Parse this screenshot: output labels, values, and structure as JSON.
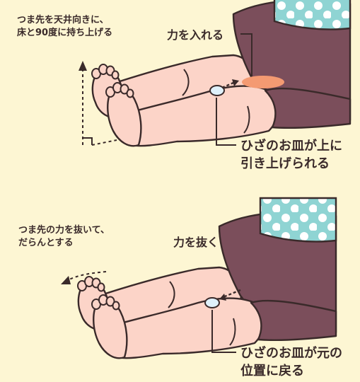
{
  "top_panel": {
    "instruction": [
      "つま先を天井向きに、",
      "床と90度に持ち上げる"
    ],
    "force_label": "力を入れる",
    "result": [
      "ひざのお皿が上に",
      "引き上げられる"
    ]
  },
  "bottom_panel": {
    "instruction": [
      "つま先の力を抜いて、",
      "だらんとする"
    ],
    "force_label": "力を抜く",
    "result": [
      "ひざのお皿が元の",
      "位置に戻る"
    ]
  },
  "colors": {
    "background": "#fdf6d3",
    "skin": "#fcd4c8",
    "shorts": "#7b4e5b",
    "shorts_pattern": "#8fd4d3",
    "muscle_highlight": "#f49a72",
    "kneecap": "#dff1fb",
    "outline": "#3a2a2a"
  }
}
